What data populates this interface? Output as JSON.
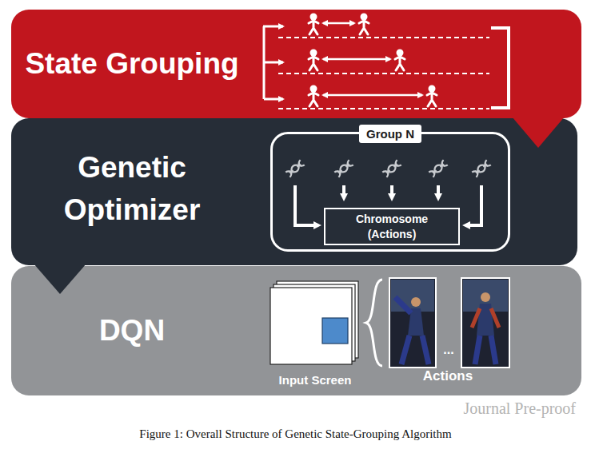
{
  "diagram": {
    "caption": "Figure 1: Overall Structure of Genetic State-Grouping Algorithm",
    "nodes": [
      {
        "text": [
          "State Grouping"
        ]
      },
      {
        "text": [
          "Genetic Optimizer"
        ]
      },
      {
        "text": [
          "Group N"
        ],
        "in": 1
      },
      {
        "text": [
          "Chromosome (Actions)"
        ],
        "in": 2
      },
      {
        "text": [
          "DQN"
        ]
      },
      {
        "text": [
          "Input Screen"
        ],
        "in": 4
      }
    ],
    "labels": [
      "...",
      "Actions",
      "Journal Pre-proof"
    ]
  }
}
